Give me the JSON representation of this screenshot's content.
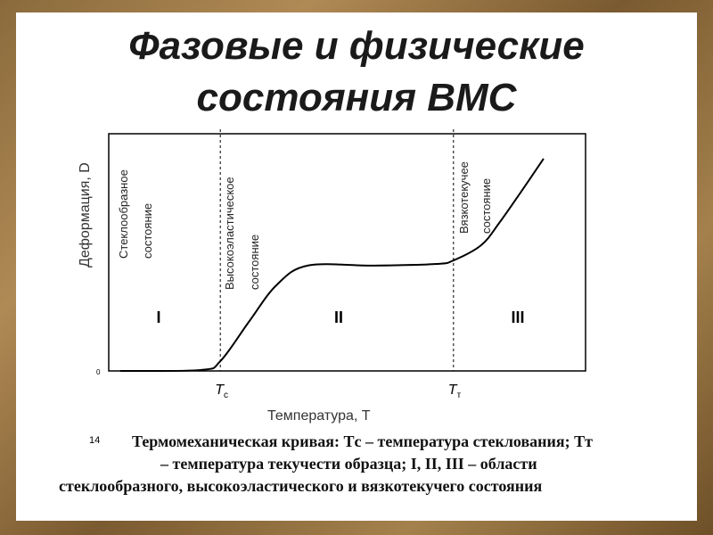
{
  "title_line1": "Фазовые и физические",
  "title_line2": "состояния ВМС",
  "figure_number": "14",
  "caption": {
    "line1": "Термомеханическая кривая: Tс – температура стеклования; Tт",
    "line2": "– температура текучести образца; I, II, III – области",
    "line3": "стеклообразного, высокоэластического и вязкотекучего состояния"
  },
  "chart_data": {
    "type": "line",
    "title": "",
    "xlabel": "Температура, T",
    "ylabel": "Деформация, D",
    "xlim": [
      0,
      100
    ],
    "ylim": [
      0,
      100
    ],
    "y_ticks": [
      "0"
    ],
    "grid": false,
    "x_markers": [
      {
        "label": "T",
        "sub": "c",
        "x": 23.4
      },
      {
        "label": "T",
        "sub": "т",
        "x": 72.3
      }
    ],
    "regions": [
      {
        "numeral": "I",
        "label1": "Стеклообразное",
        "label2": "состояние"
      },
      {
        "numeral": "II",
        "label1": "Высокоэластическое",
        "label2": "состояние"
      },
      {
        "numeral": "III",
        "label1": "Вязкотекучее",
        "label2": "состояние"
      }
    ],
    "series": [
      {
        "x": [
          2.4,
          19.3,
          23.4,
          29.5,
          35.1,
          41.7,
          55.7,
          68.8,
          72.3,
          78.1,
          81.9,
          86.5,
          91.2
        ],
        "y": [
          0,
          0.4,
          4.1,
          21,
          36,
          44.4,
          44.4,
          45.1,
          46.6,
          53,
          62.4,
          75.6,
          89.5
        ]
      }
    ]
  }
}
